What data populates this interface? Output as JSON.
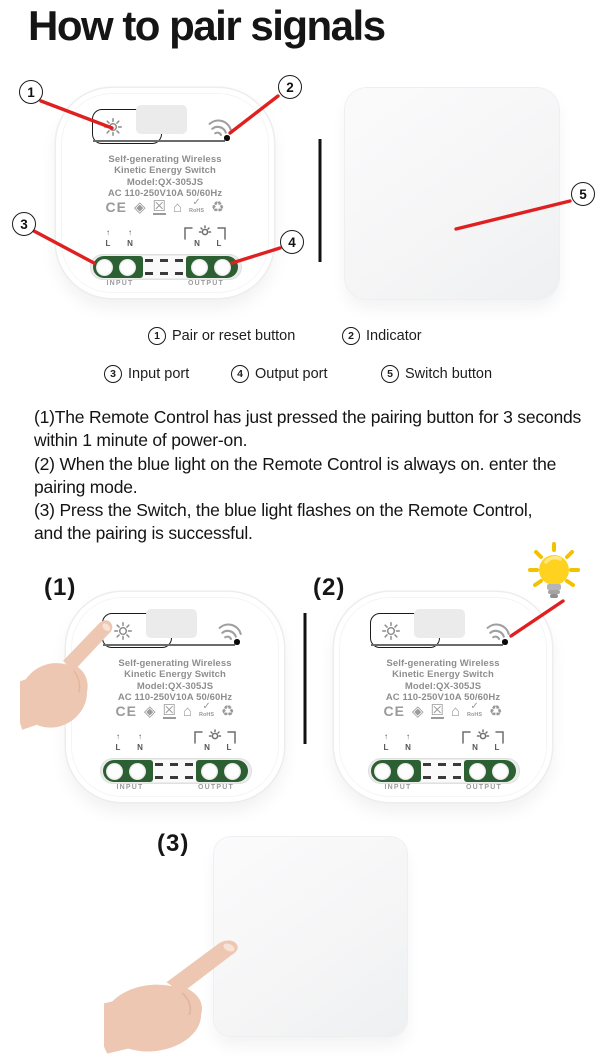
{
  "title": "How to pair signals",
  "markers": {
    "m1": "1",
    "m2": "2",
    "m3": "3",
    "m4": "4",
    "m5": "5"
  },
  "legend": {
    "item1": {
      "num": "1",
      "label": "Pair or reset button"
    },
    "item2": {
      "num": "2",
      "label": "Indicator"
    },
    "item3": {
      "num": "3",
      "label": "Input port"
    },
    "item4": {
      "num": "4",
      "label": "Output port"
    },
    "item5": {
      "num": "5",
      "label": "Switch button"
    }
  },
  "instructions": {
    "line1": "(1)The Remote Control has just pressed the pairing button for 3 seconds",
    "line2": "within 1 minute of power-on.",
    "line3": "(2) When the blue light on the Remote Control is always on. enter the",
    "line4": "pairing mode.",
    "line5": "(3) Press the Switch, the blue light flashes on the Remote Control,",
    "line6": "and the pairing is successful."
  },
  "steps": {
    "step1": "(1)",
    "step2": "(2)",
    "step3": "(3)"
  },
  "device": {
    "name_line1": "Self-generating Wireless",
    "name_line2": "Kinetic Energy Switch",
    "model": "Model:QX-305JS",
    "rating": "AC 110-250V10A 50/60Hz",
    "cert_ce": "CE",
    "cert_rohs": "RoHS",
    "input_label": "INPUT",
    "output_label": "OUTPUT",
    "in_l": "L",
    "in_n": "N",
    "out_n": "N",
    "out_l": "L"
  },
  "icons": {
    "arrow_up": "↑",
    "diamond": "◈",
    "bin": "☒",
    "house": "⌂",
    "check": "✓",
    "recycle": "♻"
  },
  "colors": {
    "arrow_red": "#e02020",
    "terminal_green": "#2c5f31",
    "bulb_yellow": "#ffd21f",
    "divider_black": "#111111"
  }
}
